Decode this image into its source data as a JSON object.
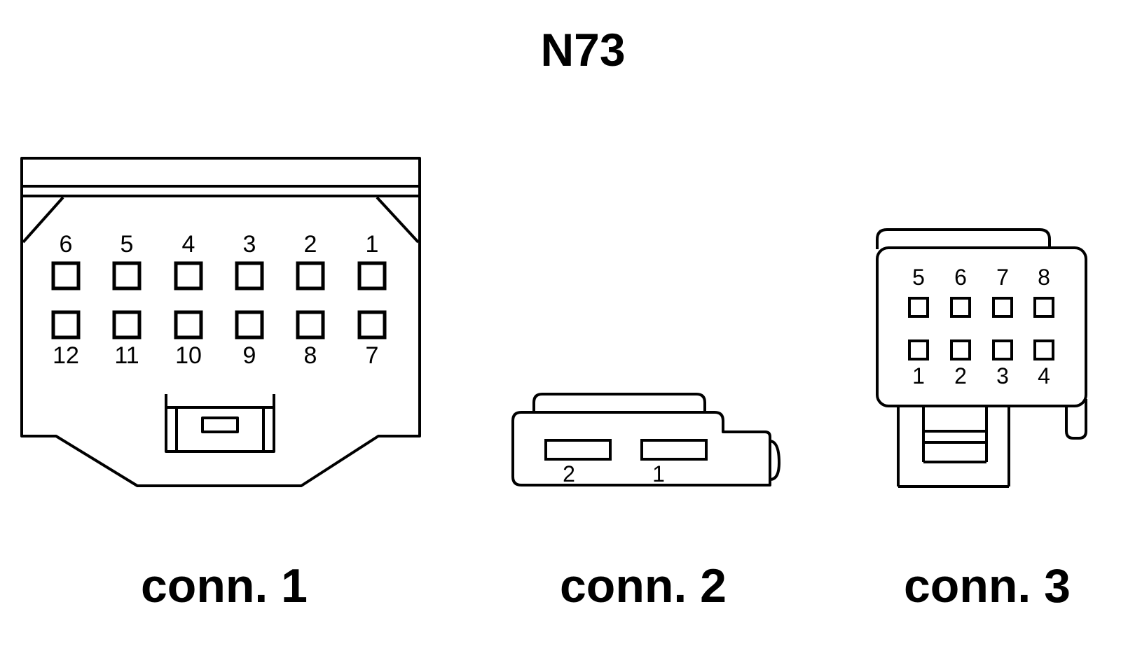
{
  "title": "N73",
  "connectors": [
    {
      "caption": "conn. 1",
      "pins_top": [
        "6",
        "5",
        "4",
        "3",
        "2",
        "1"
      ],
      "pins_bottom": [
        "12",
        "11",
        "10",
        "9",
        "8",
        "7"
      ]
    },
    {
      "caption": "conn. 2",
      "pins": [
        "2",
        "1"
      ]
    },
    {
      "caption": "conn. 3",
      "pins_top": [
        "5",
        "6",
        "7",
        "8"
      ],
      "pins_bottom": [
        "1",
        "2",
        "3",
        "4"
      ]
    }
  ]
}
